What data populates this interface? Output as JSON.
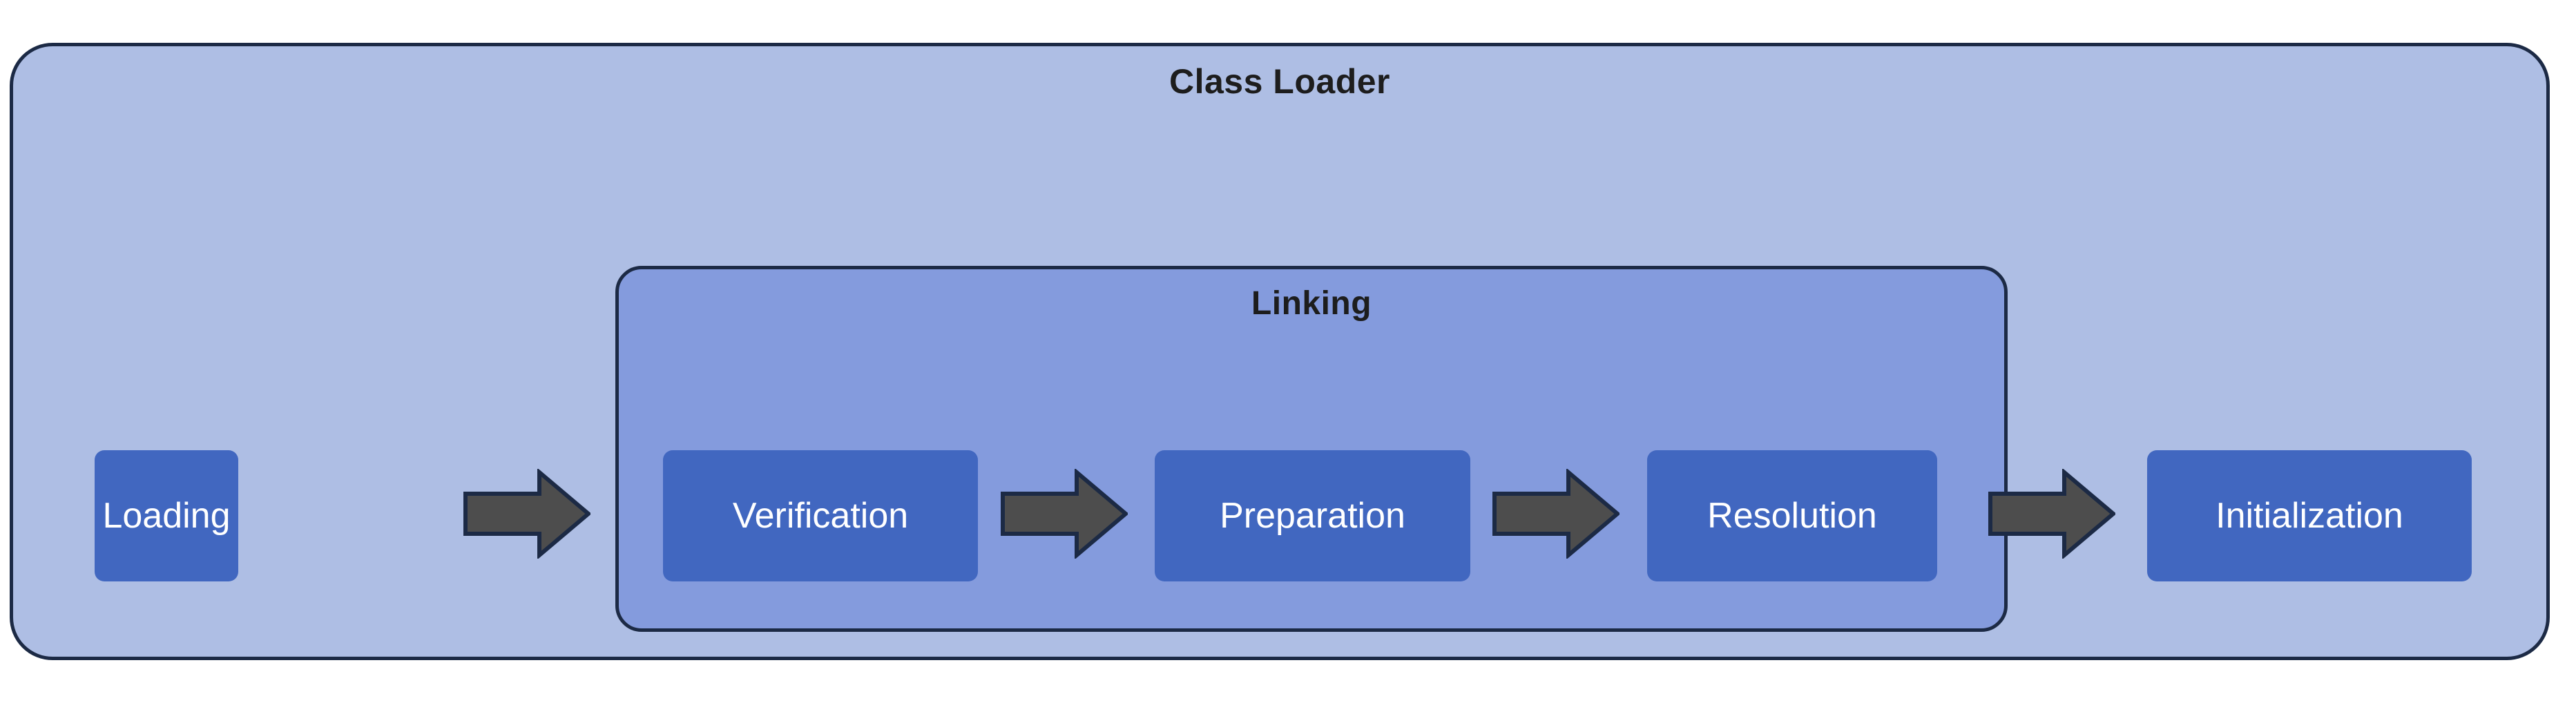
{
  "diagram": {
    "title": "Class Loader",
    "outer": {
      "label": "Class Loader",
      "fill": "#aebee4",
      "stroke": "#1c2a45"
    },
    "inner": {
      "label": "Linking",
      "fill": "#849bdd",
      "stroke": "#1c2a45"
    },
    "stage_fill": "#4167c0",
    "stage_text_color": "#ffffff",
    "arrow_fill": "#4d4d4d",
    "arrow_stroke": "#1c2a45",
    "stages": [
      {
        "id": "loading",
        "label": "Loading",
        "group": "class-loader"
      },
      {
        "id": "verification",
        "label": "Verification",
        "group": "linking"
      },
      {
        "id": "preparation",
        "label": "Preparation",
        "group": "linking"
      },
      {
        "id": "resolution",
        "label": "Resolution",
        "group": "linking"
      },
      {
        "id": "initialization",
        "label": "Initialization",
        "group": "class-loader"
      }
    ],
    "arrows": [
      {
        "id": "arrow-1",
        "from": "loading",
        "to": "verification",
        "direction": "right"
      },
      {
        "id": "arrow-2",
        "from": "verification",
        "to": "preparation",
        "direction": "right"
      },
      {
        "id": "arrow-3",
        "from": "preparation",
        "to": "resolution",
        "direction": "right"
      },
      {
        "id": "arrow-4",
        "from": "resolution",
        "to": "initialization",
        "direction": "right"
      }
    ]
  }
}
